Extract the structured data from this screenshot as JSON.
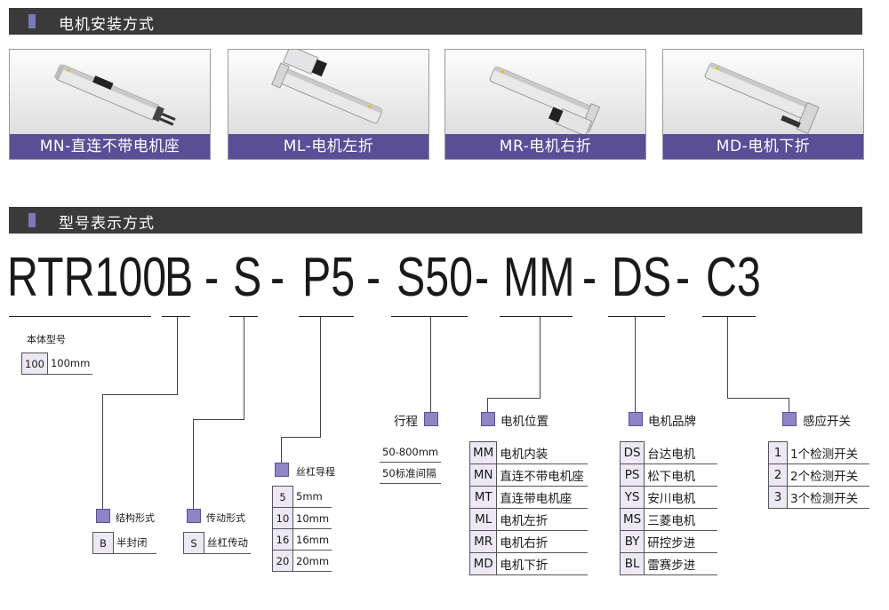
{
  "section1": {
    "title": "电机安装方式"
  },
  "mounting": [
    {
      "caption": "MN-直连不带电机座"
    },
    {
      "caption": "ML-电机左折"
    },
    {
      "caption": "MR-电机右折"
    },
    {
      "caption": "MD-电机下折"
    }
  ],
  "section2": {
    "title": "型号表示方式"
  },
  "code": {
    "model": "RTR100",
    "structure": "B",
    "transmission": "S",
    "lead": "P5",
    "stroke": "S50",
    "motor_position": "MM",
    "motor_brand": "DS",
    "sensor": "C3",
    "dash": "-"
  },
  "body_model": {
    "title": "本体型号",
    "rows": [
      {
        "key": "100",
        "value": "100mm"
      }
    ]
  },
  "structure": {
    "title": "结构形式",
    "rows": [
      {
        "key": "B",
        "value": "半封闭"
      }
    ]
  },
  "transmission": {
    "title": "传动形式",
    "rows": [
      {
        "key": "S",
        "value": "丝杠传动"
      }
    ]
  },
  "lead": {
    "title": "丝杠导程",
    "rows": [
      {
        "key": "5",
        "value": "5mm"
      },
      {
        "key": "10",
        "value": "10mm"
      },
      {
        "key": "16",
        "value": "16mm"
      },
      {
        "key": "20",
        "value": "20mm"
      }
    ]
  },
  "stroke": {
    "title": "行程",
    "rows": [
      {
        "value": "50-800mm"
      },
      {
        "value": "50标准间隔"
      }
    ]
  },
  "motor_position": {
    "title": "电机位置",
    "rows": [
      {
        "key": "MM",
        "value": "电机内装"
      },
      {
        "key": "MN",
        "value": "直连不带电机座"
      },
      {
        "key": "MT",
        "value": "直连带电机座"
      },
      {
        "key": "ML",
        "value": "电机左折"
      },
      {
        "key": "MR",
        "value": "电机右折"
      },
      {
        "key": "MD",
        "value": "电机下折"
      }
    ]
  },
  "motor_brand": {
    "title": "电机品牌",
    "rows": [
      {
        "key": "DS",
        "value": "台达电机"
      },
      {
        "key": "PS",
        "value": "松下电机"
      },
      {
        "key": "YS",
        "value": "安川电机"
      },
      {
        "key": "MS",
        "value": "三菱电机"
      },
      {
        "key": "BY",
        "value": "研控步进"
      },
      {
        "key": "BL",
        "value": "雷赛步进"
      }
    ]
  },
  "sensor": {
    "title": "感应开关",
    "rows": [
      {
        "key": "1",
        "value": "1个检测开关"
      },
      {
        "key": "2",
        "value": "2个检测开关"
      },
      {
        "key": "3",
        "value": "3个检测开关"
      }
    ]
  },
  "colors": {
    "bar": "#3a3a3a",
    "accent": "#5a4e97",
    "square": "#8e86c2",
    "key_cell": "#ece8f4"
  }
}
